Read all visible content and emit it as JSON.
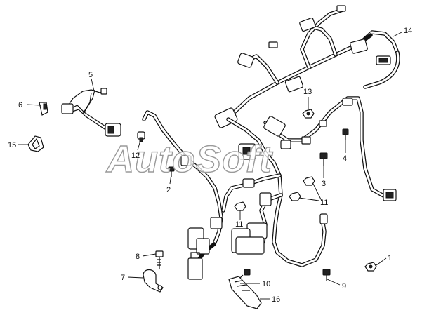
{
  "watermark": {
    "text": "AutoSoft"
  },
  "callouts": [
    {
      "id": "1",
      "text": "1"
    },
    {
      "id": "2",
      "text": "2"
    },
    {
      "id": "3",
      "text": "3"
    },
    {
      "id": "4",
      "text": "4"
    },
    {
      "id": "5",
      "text": "5"
    },
    {
      "id": "6",
      "text": "6"
    },
    {
      "id": "7",
      "text": "7"
    },
    {
      "id": "8",
      "text": "8"
    },
    {
      "id": "9",
      "text": "9"
    },
    {
      "id": "10",
      "text": "10"
    },
    {
      "id": "11a",
      "text": "11"
    },
    {
      "id": "11b",
      "text": "11"
    },
    {
      "id": "12",
      "text": "12"
    },
    {
      "id": "13",
      "text": "13"
    },
    {
      "id": "14",
      "text": "14"
    },
    {
      "id": "15",
      "text": "15"
    },
    {
      "id": "16",
      "text": "16"
    }
  ]
}
